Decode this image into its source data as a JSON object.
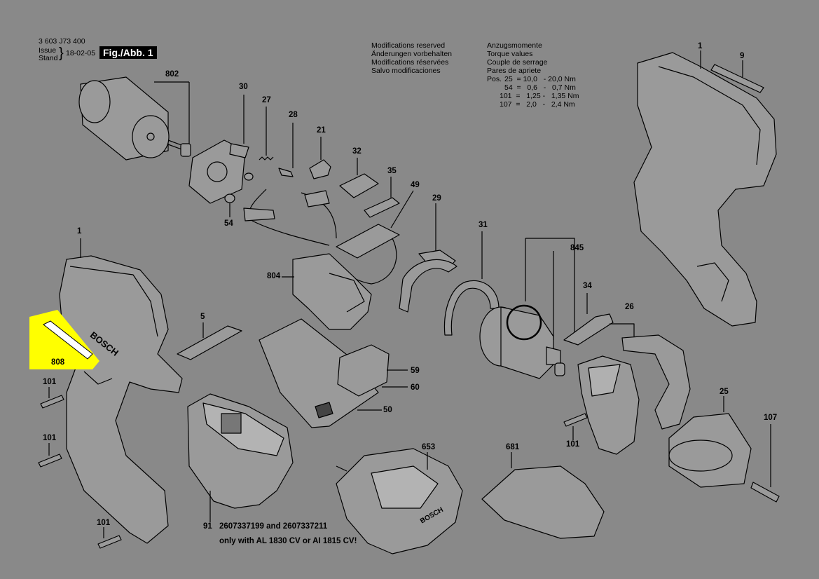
{
  "header": {
    "part_number": "3 603 J73 400",
    "issue_label": "Issue",
    "stand_label": "Stand",
    "issue_date": "18-02-05",
    "figure": "Fig./Abb. 1"
  },
  "modifications": [
    "Modifications reserved",
    "Änderungen vorbehalten",
    "Modifications réservées",
    "Salvo modificaciones"
  ],
  "torque": {
    "title_lines": [
      "Anzugsmomente",
      "Torque values",
      "Couple de serrage",
      "Pares de apriete"
    ],
    "pos_label": "Pos.",
    "rows": [
      "25  = 10,0   - 20,0 Nm",
      "54  =   0,6   -   0,7 Nm",
      "101  =   1,25 -   1,35 Nm",
      "107  =   2,0   -   2,4 Nm"
    ]
  },
  "part_labels": {
    "p802": "802",
    "p30": "30",
    "p27": "27",
    "p28": "28",
    "p21": "21",
    "p32": "32",
    "p35": "35",
    "p49": "49",
    "p29": "29",
    "p31": "31",
    "p845": "845",
    "p34": "34",
    "p26": "26",
    "p54": "54",
    "p1_left": "1",
    "p1_right": "1",
    "p9": "9",
    "p804": "804",
    "p5": "5",
    "p808": "808",
    "p59": "59",
    "p60": "60",
    "p50": "50",
    "p101_a": "101",
    "p101_b": "101",
    "p101_c": "101",
    "p101_d": "101",
    "p25": "25",
    "p107": "107",
    "p653": "653",
    "p681": "681",
    "p91": "91"
  },
  "footnote": {
    "line1": "2607337199 and 2607337211",
    "line2": "only with AL 1830 CV or AI 1815 CV!"
  },
  "branding": {
    "housing_text": "BOSCH",
    "charger_text": "BOSCH"
  },
  "colors": {
    "background": "#898989",
    "highlight": "#FFFF00",
    "ink": "#000000",
    "part_fill": "#9a9a9a"
  }
}
